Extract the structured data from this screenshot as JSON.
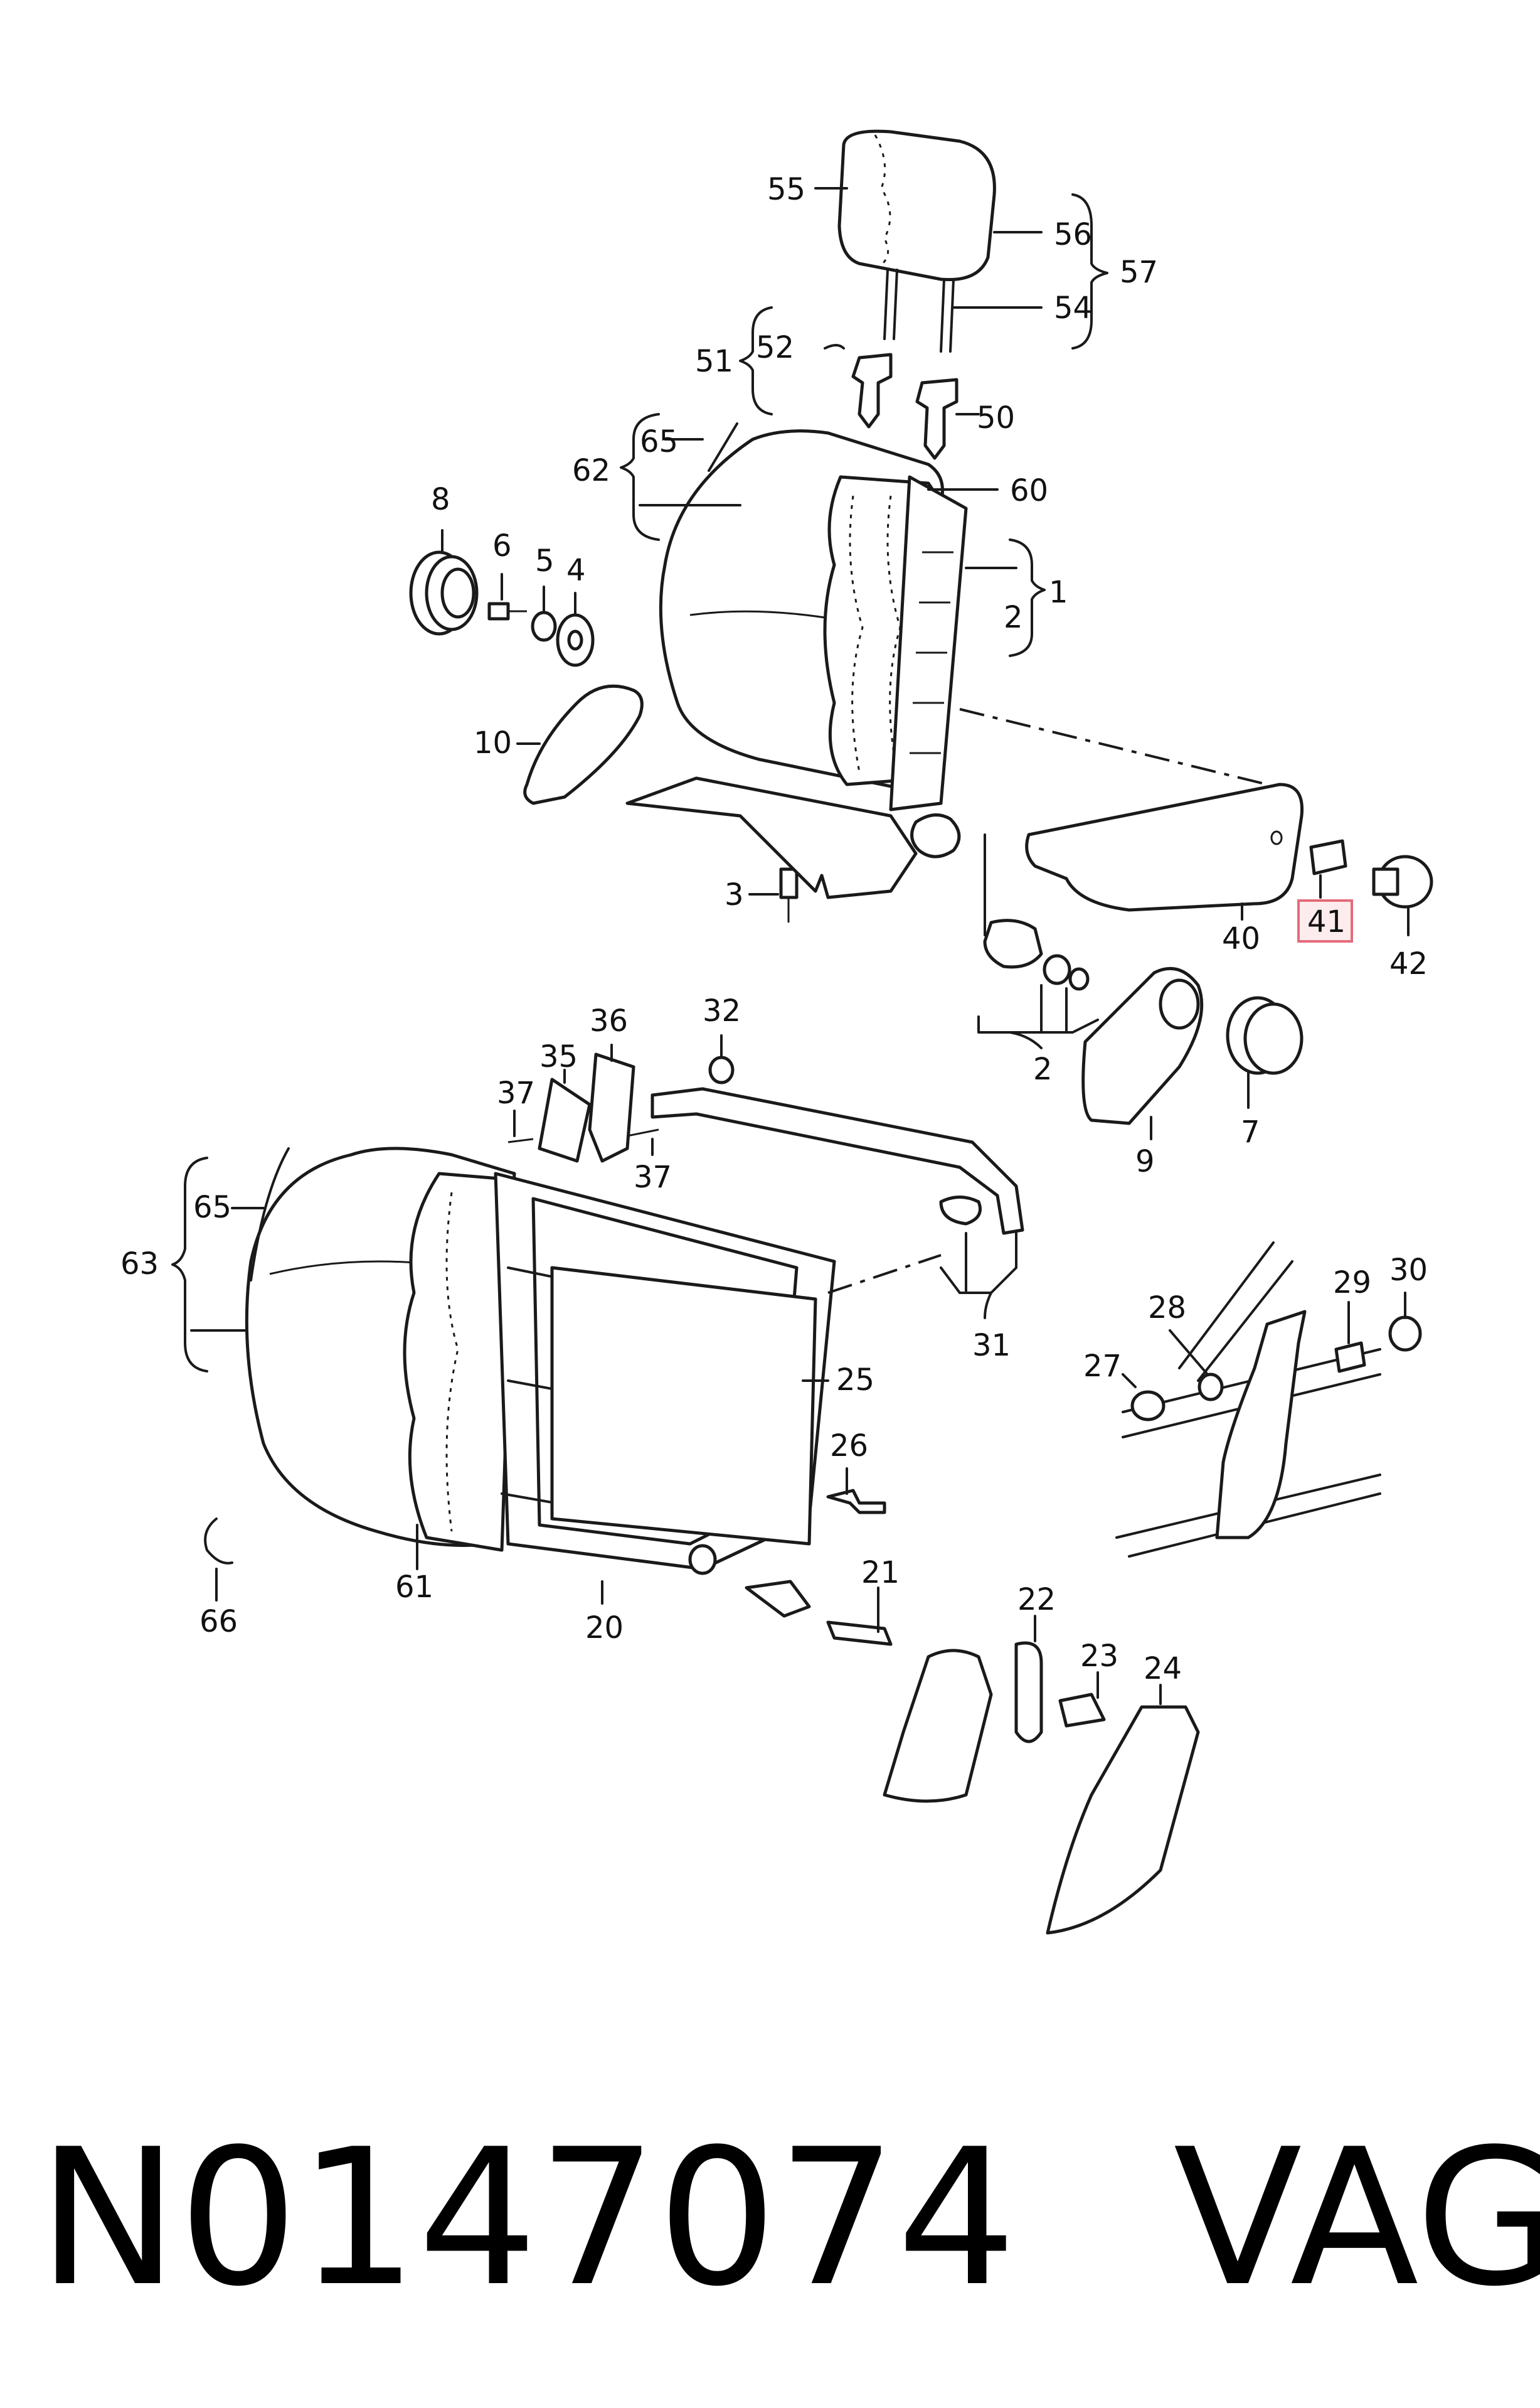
{
  "callouts": {
    "c1": "1",
    "c2a": "2",
    "c2b": "2",
    "c3": "3",
    "c4": "4",
    "c5": "5",
    "c6": "6",
    "c7": "7",
    "c8": "8",
    "c9": "9",
    "c10": "10",
    "c20": "20",
    "c21": "21",
    "c22": "22",
    "c23": "23",
    "c24": "24",
    "c25": "25",
    "c26": "26",
    "c27": "27",
    "c28": "28",
    "c29": "29",
    "c30": "30",
    "c31": "31",
    "c32": "32",
    "c35": "35",
    "c36": "36",
    "c37a": "37",
    "c37b": "37",
    "c40": "40",
    "c41": "41",
    "c42": "42",
    "c50": "50",
    "c51": "51",
    "c52": "52",
    "c54": "54",
    "c55": "55",
    "c56": "56",
    "c57": "57",
    "c60": "60",
    "c61": "61",
    "c62": "62",
    "c63": "63",
    "c65a": "65",
    "c65b": "65",
    "c66": "66"
  },
  "highlight": {
    "color": "#e46b7a"
  },
  "footer": {
    "part_number": "N0147074",
    "brand": "VAG"
  }
}
